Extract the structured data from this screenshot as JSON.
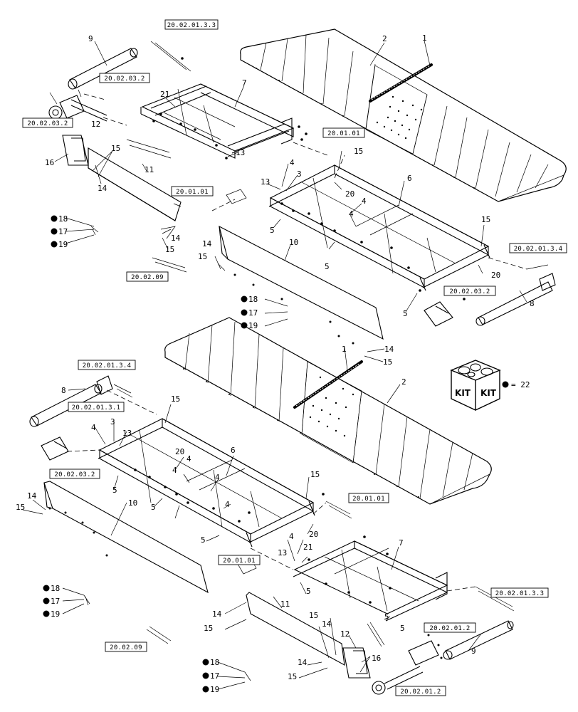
{
  "refs": {
    "r1": "20.02.01.3.3",
    "r2": "20.02.03.2",
    "r3": "20.02.03.2",
    "r4": "20.01.01",
    "r5": "20.01.01",
    "r6": "20.02.09",
    "r7": "20.02.01.3.4",
    "r8": "20.02.03.2",
    "r9": "20.02.01.3.4",
    "r10": "20.02.01.3.1",
    "r11": "20.02.03.2",
    "r12": "20.01.01",
    "r13": "20.01.01",
    "r14": "20.02.01.3.3",
    "r15": "20.02.01.2",
    "r16": "20.02.09",
    "r17": "20.02.01.2"
  },
  "kit": {
    "label_left": "KIT",
    "label_right": "KIT",
    "legend": "= 22"
  },
  "callouts": {
    "t1": "9",
    "t2": "2",
    "t3": "1",
    "t4": "21",
    "t5": "7",
    "t6": "12",
    "t7": "16",
    "t8": "15",
    "t9": "14",
    "t10": "11",
    "t11": "13",
    "t12": "15",
    "t13": "4",
    "t14": "3",
    "t15": "13",
    "t16": "20",
    "t17": "4",
    "t18": "6",
    "t19": "5",
    "t20": "4",
    "t21": "15",
    "t22": "5",
    "t23": "20",
    "t24": "18",
    "t25": "17",
    "t26": "19",
    "t27": "14",
    "t28": "15",
    "t29": "14",
    "t30": "15",
    "t31": "10",
    "t32": "8",
    "t33": "5",
    "t34": "18",
    "t35": "17",
    "t36": "19",
    "t37": "1",
    "t38": "14",
    "t39": "15",
    "t40": "2",
    "b1": "8",
    "b2": "15",
    "b3": "4",
    "b4": "3",
    "b5": "13",
    "b6": "6",
    "b7": "20",
    "b8": "4",
    "b9": "4",
    "b10": "5",
    "b11": "4",
    "b12": "4",
    "b13": "15",
    "b14": "5",
    "b15": "5",
    "b16": "20",
    "b17": "14",
    "b18": "15",
    "b19": "10",
    "b20": "4",
    "b21": "21",
    "b22": "13",
    "b23": "7",
    "b24": "5",
    "b25": "18",
    "b26": "17",
    "b27": "19",
    "b28": "11",
    "b29": "14",
    "b30": "15",
    "b31": "15",
    "b32": "14",
    "b33": "12",
    "b34": "16",
    "b35": "5",
    "b36": "9",
    "b37": "18",
    "b38": "17",
    "b39": "19",
    "b40": "14",
    "b41": "15",
    "b42": "5"
  }
}
